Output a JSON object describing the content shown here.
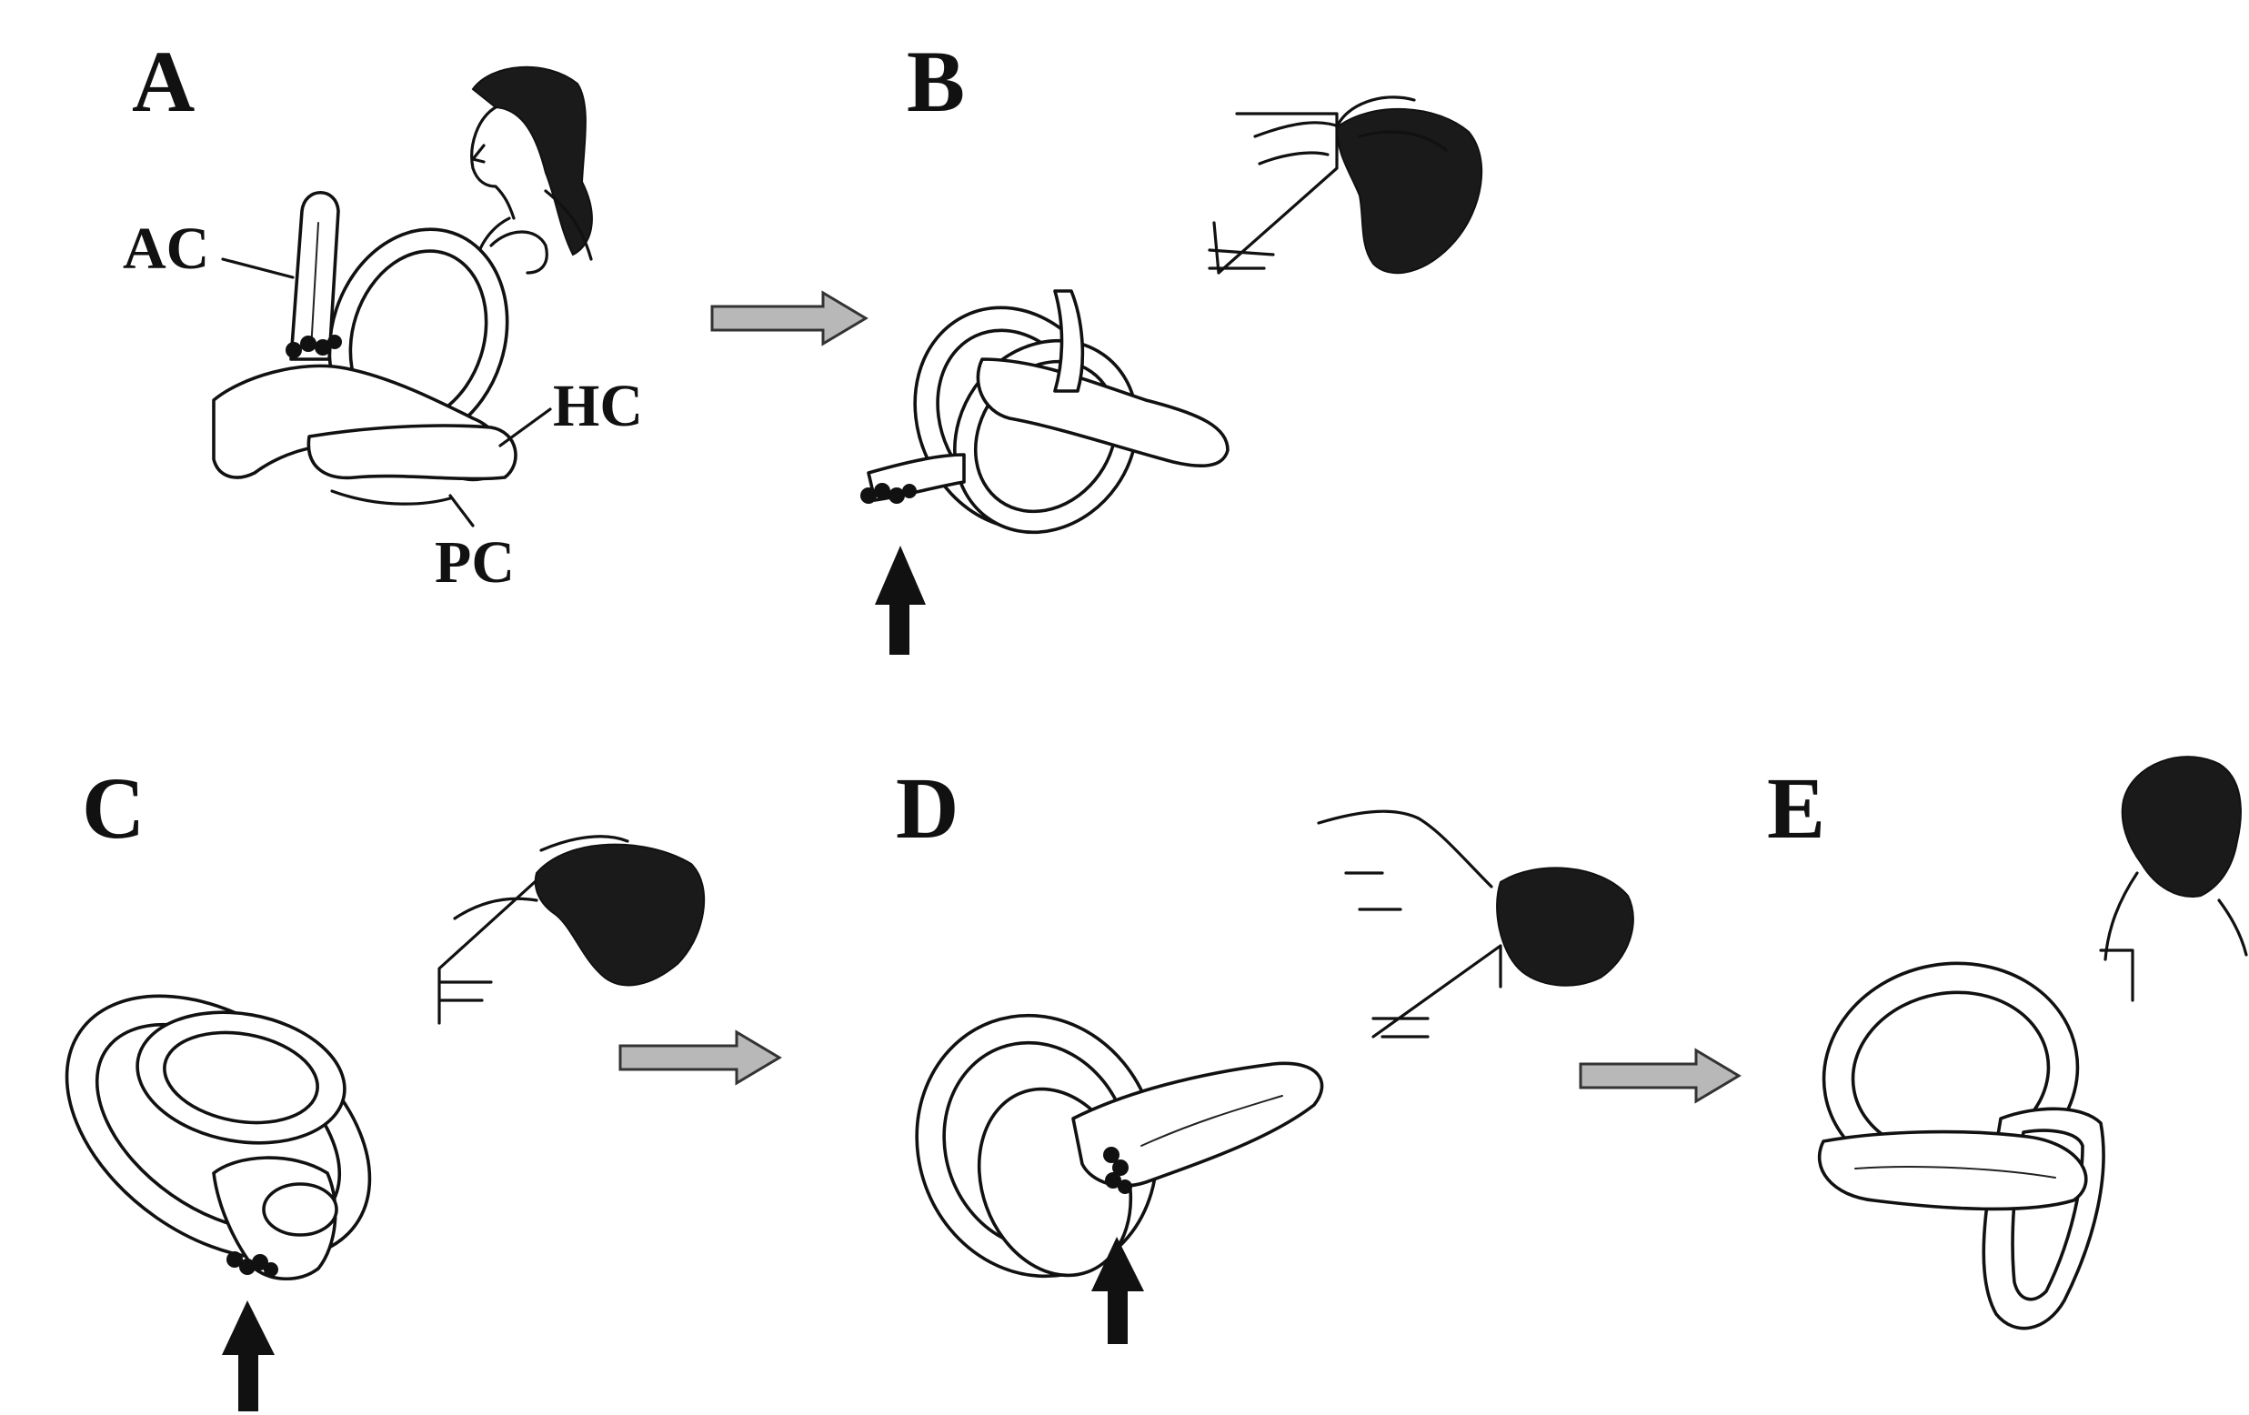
{
  "panels": [
    {
      "id": "A",
      "letter": "A"
    },
    {
      "id": "B",
      "letter": "B"
    },
    {
      "id": "C",
      "letter": "C"
    },
    {
      "id": "D",
      "letter": "D"
    },
    {
      "id": "E",
      "letter": "E"
    }
  ],
  "canal_labels": {
    "anterior": "AC",
    "horizontal": "HC",
    "posterior": "PC"
  },
  "transition_arrows": [
    "A-to-B",
    "C-to-D",
    "D-to-E"
  ],
  "otolith_arrows": [
    "B",
    "C",
    "D"
  ],
  "colors": {
    "ink": "#111111",
    "arrow_fill": "#b8b8b8",
    "background": "#ffffff"
  }
}
